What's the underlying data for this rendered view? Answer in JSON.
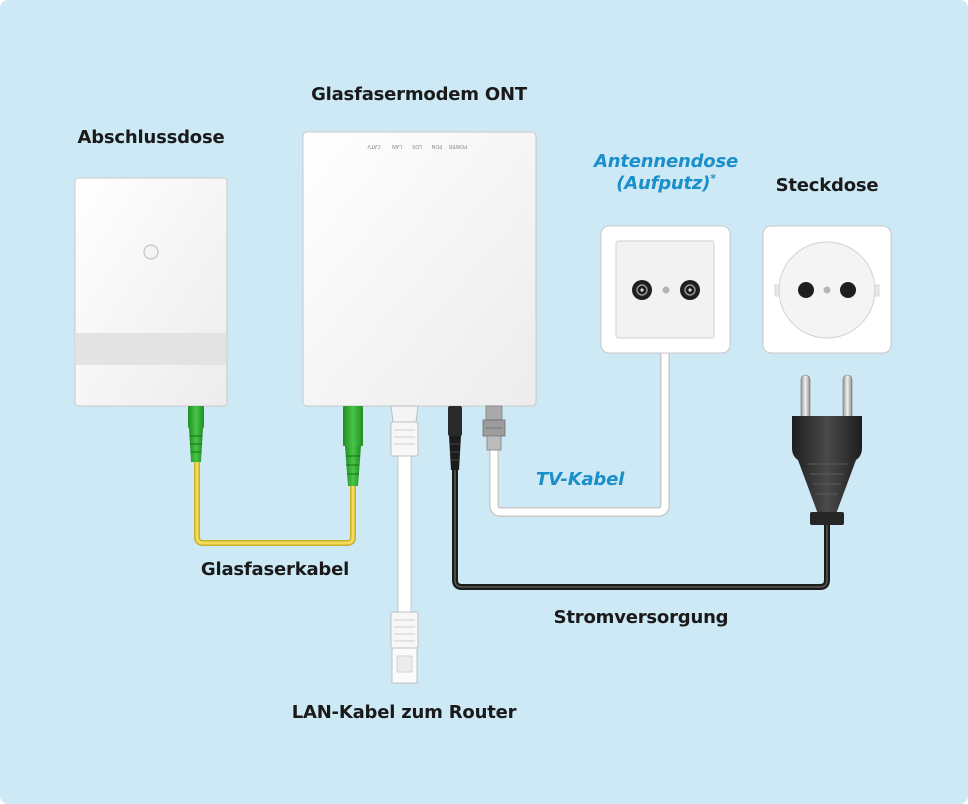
{
  "labels": {
    "ont": "Glasfasermodem ONT",
    "abschlussdose": "Abschlussdose",
    "antennendose_line1": "Antennendose",
    "antennendose_line2": "(Aufputz)",
    "antennendose_mark": "*",
    "steckdose": "Steckdose",
    "tv_kabel": "TV-Kabel",
    "glasfaserkabel": "Glasfaserkabel",
    "stromversorgung": "Stromversorgung",
    "lan_kabel": "LAN-Kabel zum Router"
  },
  "ont_port_labels": [
    "CATV",
    "LAN",
    "LOS",
    "PON",
    "POWER"
  ],
  "colors": {
    "background": "#cde9f5",
    "label_accent": "#1a8fc9",
    "fiber_cable": "#f2d64b",
    "fiber_connector": "#2eaa2e",
    "power_cable": "#2b2b2b",
    "device_white": "#f7f7f7"
  }
}
